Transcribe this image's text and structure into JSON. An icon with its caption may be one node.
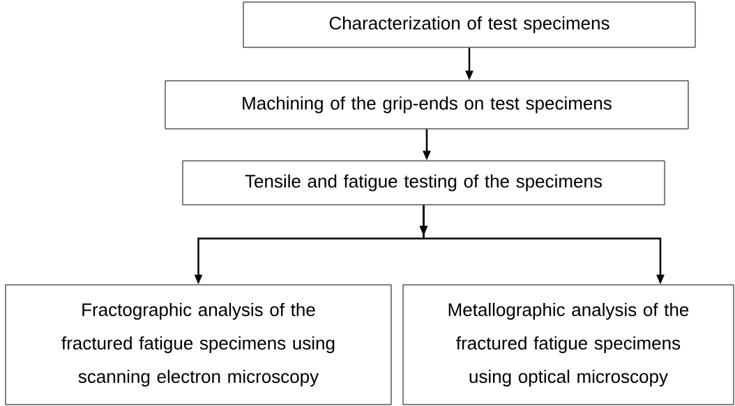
{
  "diagram": {
    "nodes": [
      {
        "text": [
          "Characterization of test specimens"
        ]
      },
      {
        "text": [
          "Machining of the grip-ends on test specimens"
        ]
      },
      {
        "text": [
          "Tensile and fatigue testing of the specimens"
        ]
      },
      {
        "text": [
          "Fractographic analysis of the fractured fatigue specimens using scanning electron microscopy"
        ]
      },
      {
        "text": [
          "Metallographic analysis of the fractured fatigue specimens using optical microscopy"
        ]
      }
    ],
    "edges": [
      {
        "from": 0,
        "to": 1,
        "arrow": "to"
      },
      {
        "from": 1,
        "to": 2,
        "arrow": "to"
      },
      {
        "from": 2,
        "to": 3,
        "arrow": "to"
      },
      {
        "from": 2,
        "to": 4,
        "arrow": "to"
      }
    ]
  }
}
